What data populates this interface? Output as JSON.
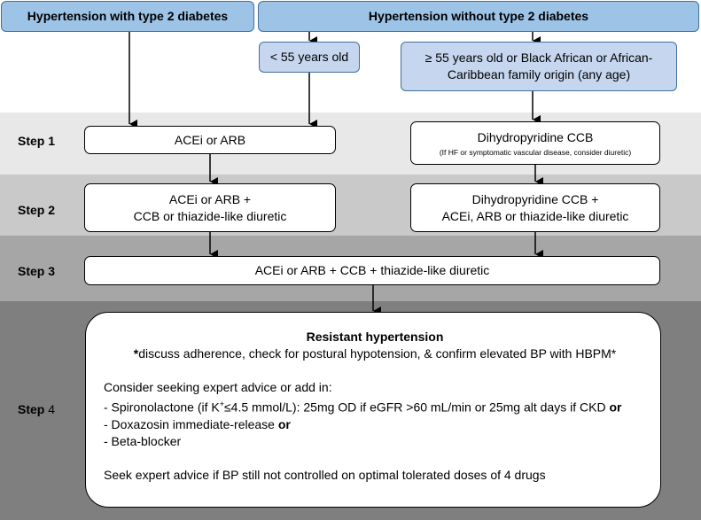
{
  "headers": {
    "with_diabetes": "Hypertension with type 2 diabetes",
    "without_diabetes": "Hypertension without type 2 diabetes"
  },
  "age_groups": {
    "under_55": "< 55 years old",
    "over_55_line1": "≥ 55 years old or Black African or African-",
    "over_55_line2": "Caribbean family origin (any age)"
  },
  "steps": {
    "step1": {
      "label": "Step 1",
      "left_box": "ACEi or ARB",
      "right_box": "Dihydropyridine CCB",
      "right_note": "(If HF or symptomatic vascular disease, consider diuretic)"
    },
    "step2": {
      "label": "Step 2",
      "left_line1": "ACEi or ARB +",
      "left_line2": "CCB or thiazide-like diuretic",
      "right_line1": "Dihydropyridine CCB +",
      "right_line2": "ACEi, ARB or thiazide-like diuretic"
    },
    "step3": {
      "label": "Step 3",
      "box": "ACEi or ARB + CCB + thiazide-like diuretic"
    },
    "step4": {
      "label_word": "Step ",
      "label_num": "4",
      "title": "Resistant hypertension",
      "subtitle_star": "*",
      "subtitle_rest": "discuss adherence, check for postural hypotension, & confirm elevated BP with HBPM*",
      "consider": "Consider seeking expert advice or add in:",
      "spiro_a": "- Spironolactone (if K",
      "spiro_sup": "+",
      "spiro_b": "≤4.5 mmol/L): 25mg OD if eGFR >60 mL/min or 25mg alt days if CKD ",
      "or1": "or",
      "doxa": "- Doxazosin immediate-release ",
      "or2": "or",
      "beta": "- Beta-blocker",
      "seek": "Seek expert advice if BP still not controlled on optimal tolerated doses of 4 drugs"
    }
  }
}
